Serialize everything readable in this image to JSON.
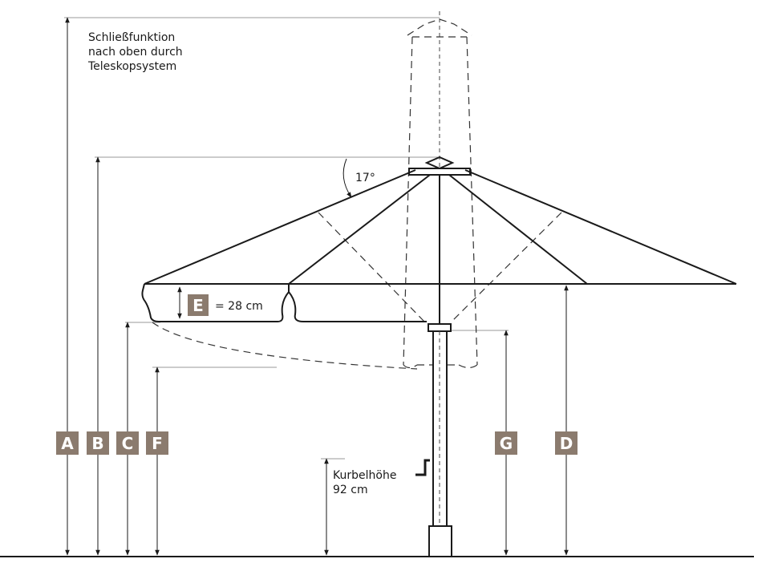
{
  "notes": {
    "closing_line1": "Schließfunktion",
    "closing_line2": "nach oben durch",
    "closing_line3": "Teleskopsystem",
    "angle": "17°",
    "e_value": "= 28 cm",
    "crank_line1": "Kurbelhöhe",
    "crank_line2": "92 cm"
  },
  "labels": {
    "A": "A",
    "B": "B",
    "C": "C",
    "D": "D",
    "E": "E",
    "F": "F",
    "G": "G"
  },
  "colors": {
    "label_box": "#8b7b6e",
    "line": "#1a1a1a"
  }
}
